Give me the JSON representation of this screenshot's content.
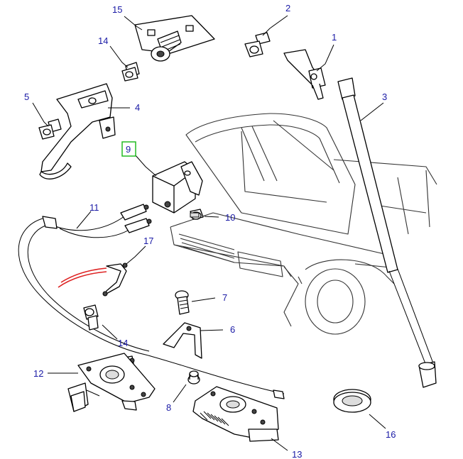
{
  "diagram": {
    "highlight_color": "#22bb22",
    "callout_color": "#1a1aa6",
    "accent_color": "#dd2222",
    "callouts": {
      "c1": "1",
      "c2": "2",
      "c3": "3",
      "c4": "4",
      "c5": "5",
      "c6": "6",
      "c7": "7",
      "c8": "8",
      "c9": "9",
      "c10": "10",
      "c11": "11",
      "c12": "12",
      "c13": "13",
      "c14a": "14",
      "c14b": "14",
      "c15": "15",
      "c16": "16",
      "c17": "17"
    }
  }
}
